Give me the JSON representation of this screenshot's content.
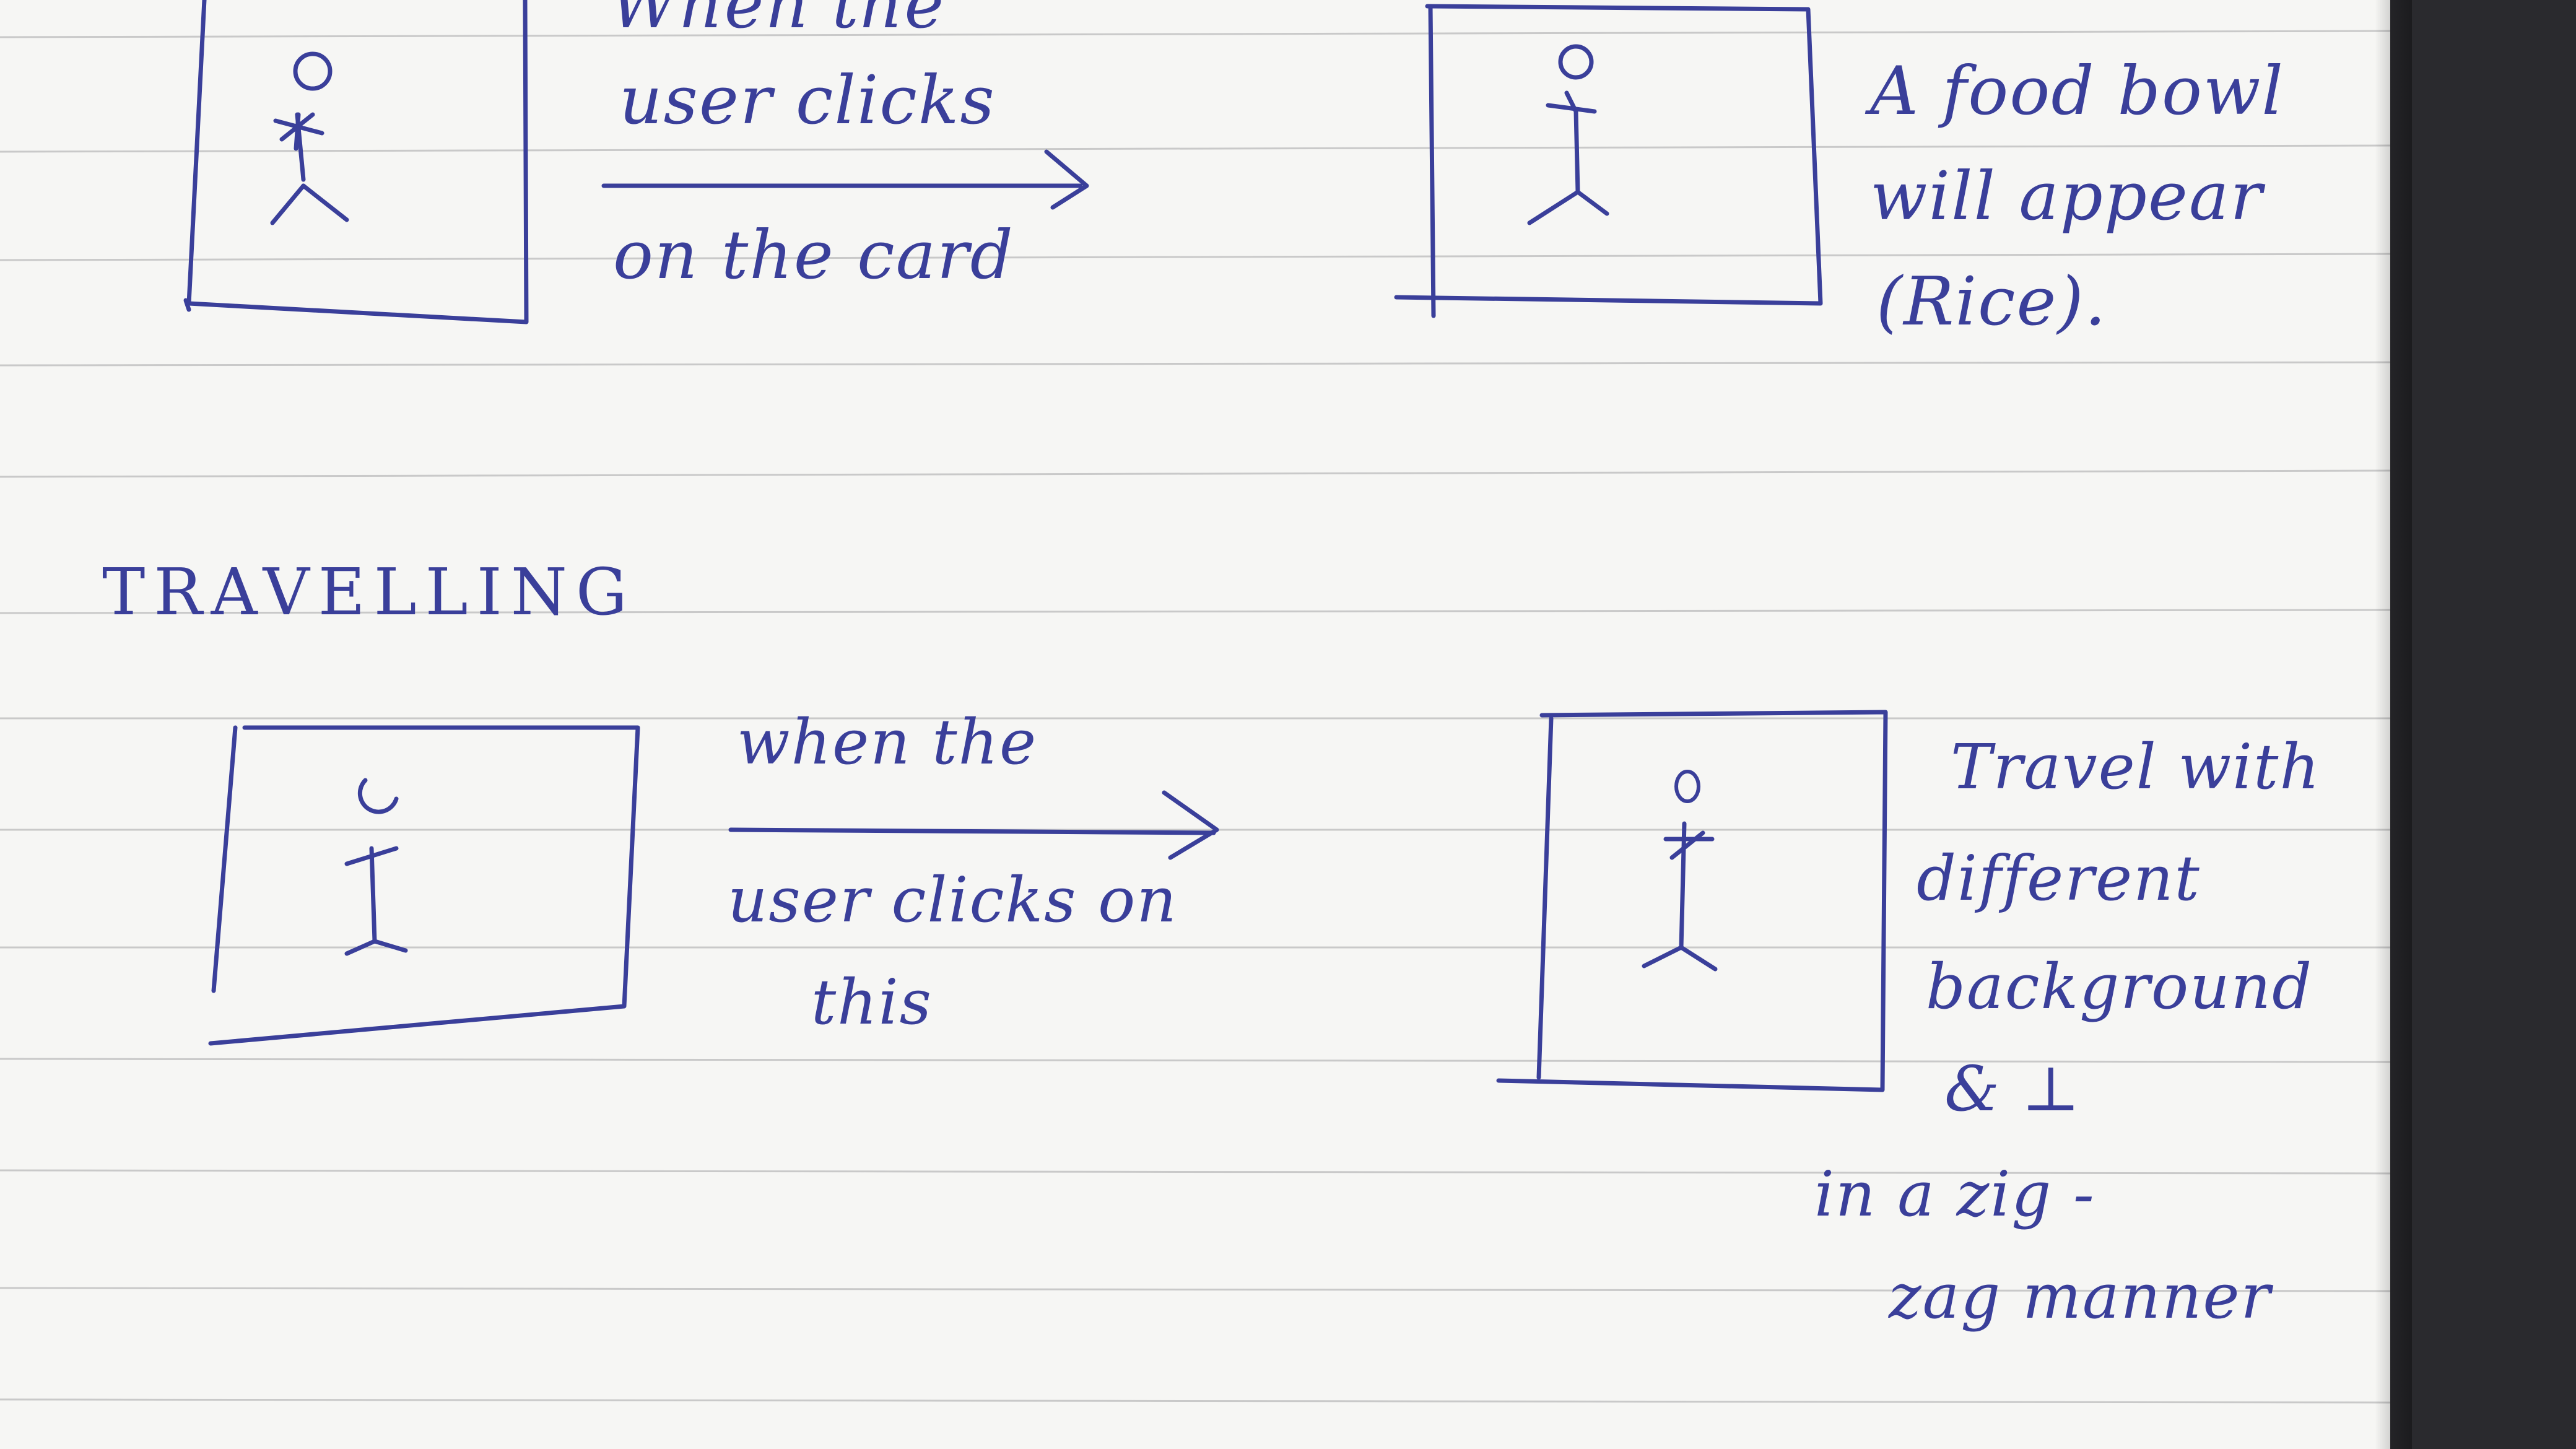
{
  "section_1": {
    "arrow_text_top": "When the",
    "arrow_text_mid": "user clicks",
    "arrow_text_bottom": "on the card",
    "result_lines": [
      "A food bowl",
      "will appear",
      "(Rice)."
    ]
  },
  "section_2": {
    "title": "TRAVELLING",
    "arrow_text_top": "when the",
    "arrow_text_mid": "user clicks on",
    "arrow_text_bottom": "this",
    "result_lines": [
      "Travel with",
      "different",
      "background",
      "& ⊥",
      "in a zig -",
      "zag manner"
    ]
  },
  "colors": {
    "ink": "#3a3f9a",
    "paper": "#f6f6f4",
    "rule_line": "#c9c9c9",
    "background": "#2a2a2e"
  }
}
